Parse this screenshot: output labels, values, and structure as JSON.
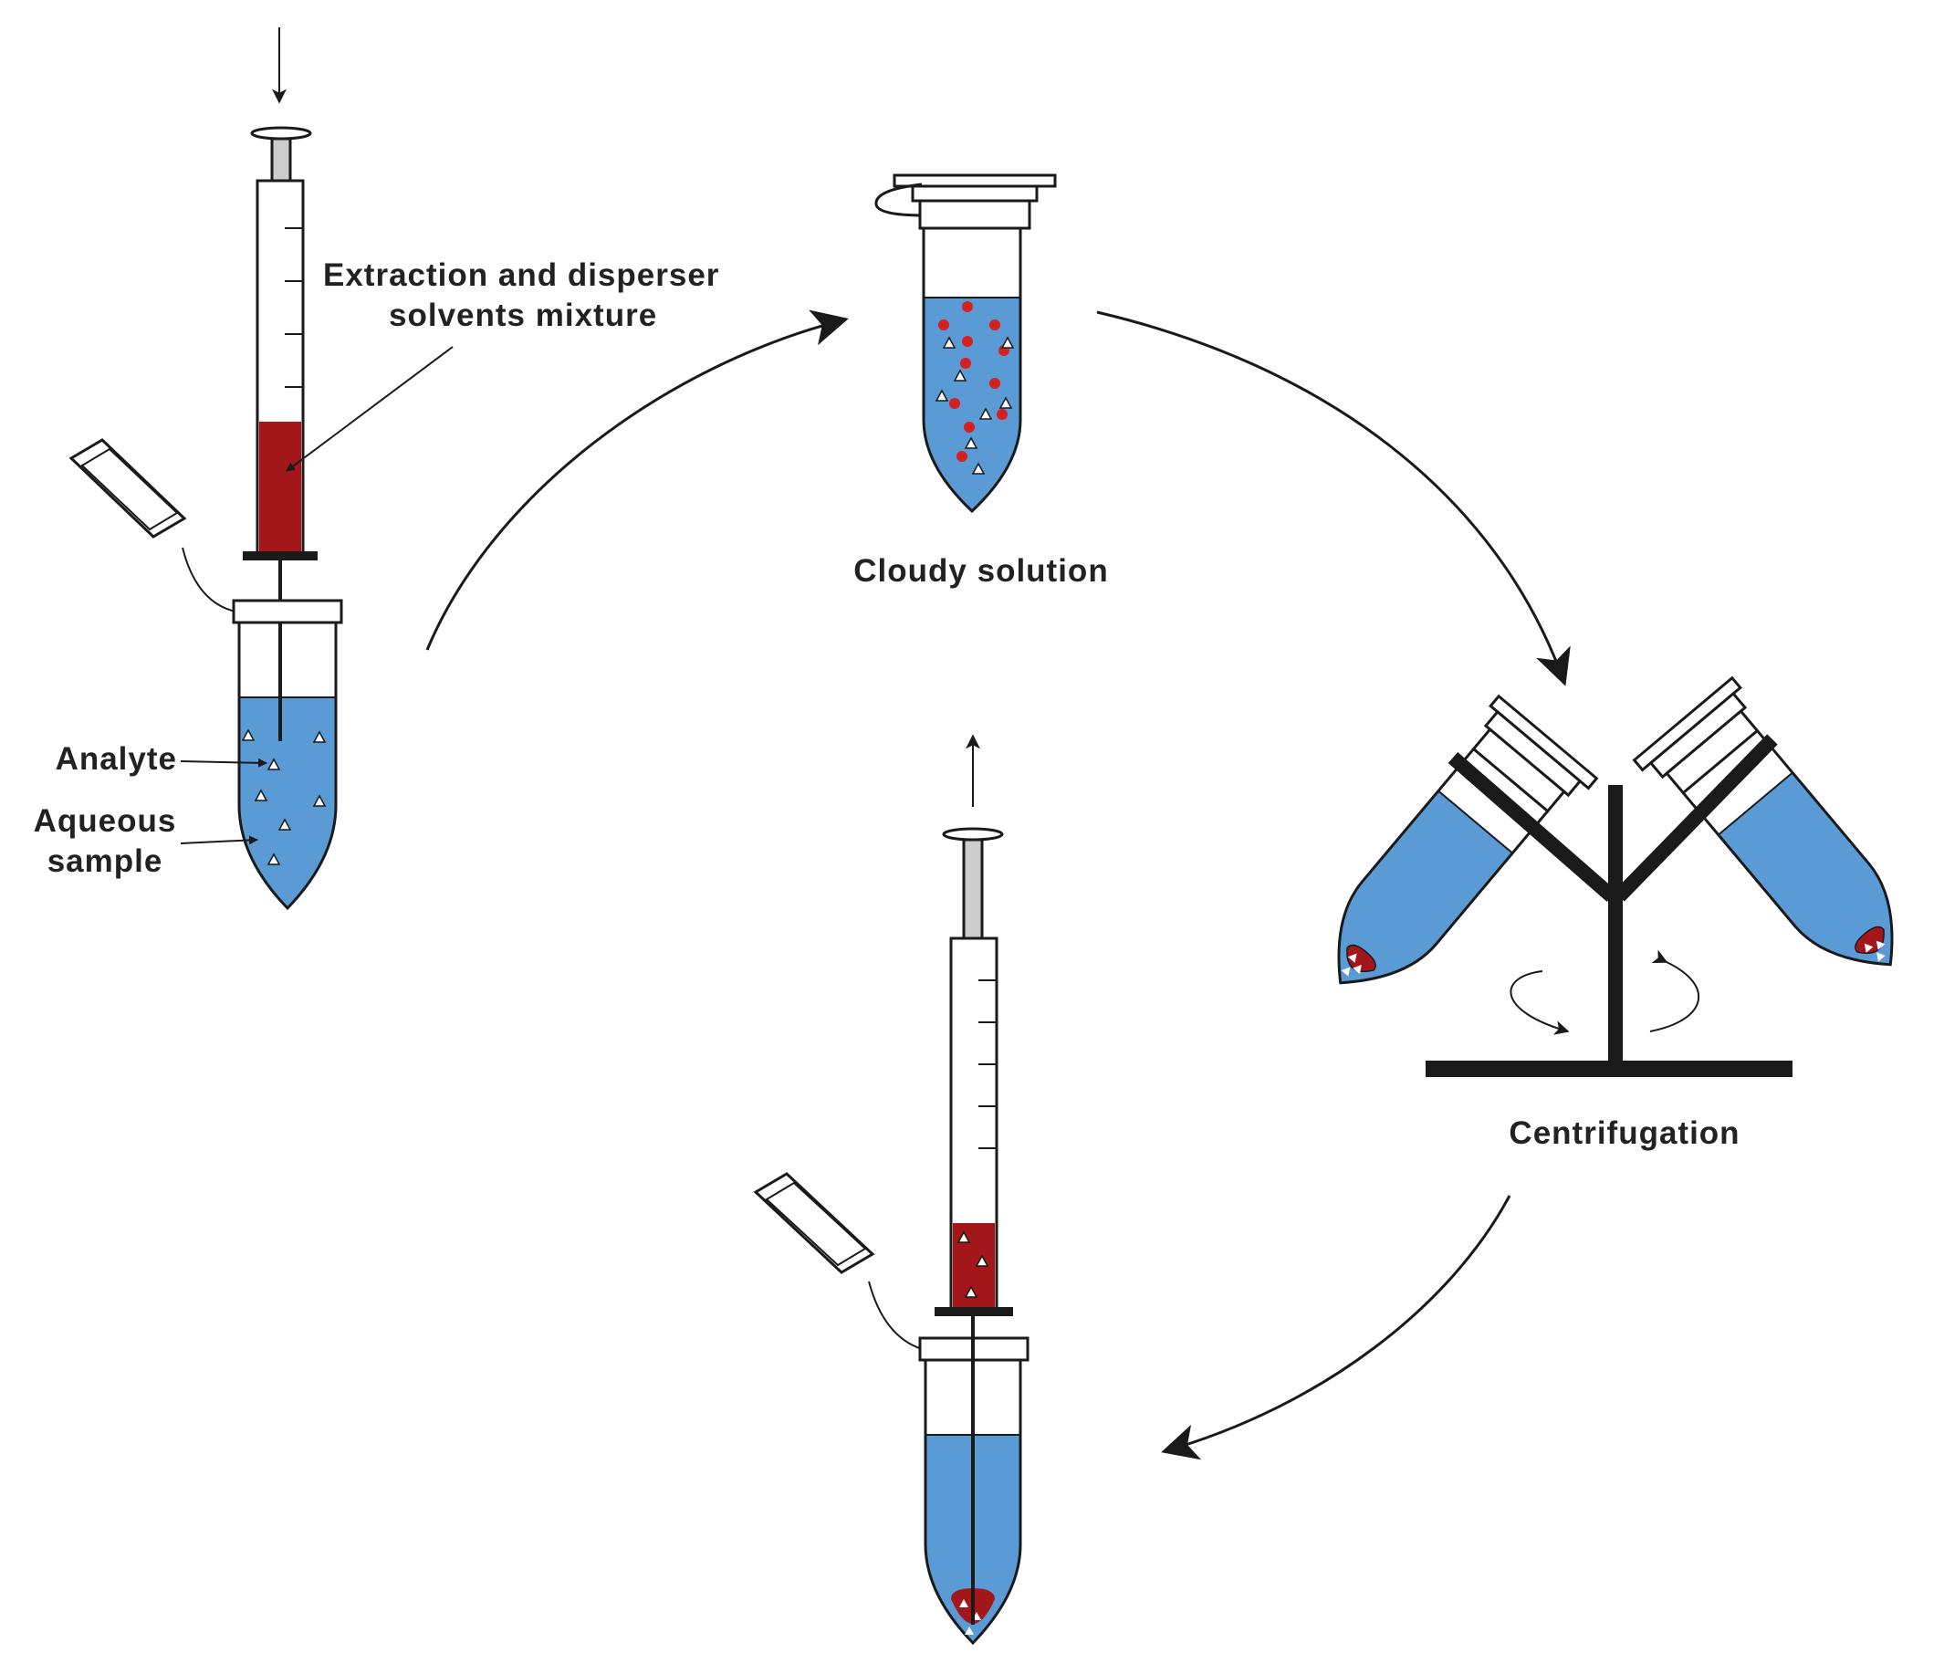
{
  "labels": {
    "extraction_line1": "Extraction and disperser",
    "extraction_line2": "solvents mixture",
    "analyte": "Analyte",
    "aqueous_line1": "Aqueous",
    "aqueous_line2": "sample",
    "cloudy": "Cloudy solution",
    "centrifugation": "Centrifugation"
  },
  "colors": {
    "aqueous_blue": "#5b9bd5",
    "solvent_red": "#a3161a",
    "outline": "#1a1a1a"
  },
  "icons": [
    "syringe-icon",
    "microtube-icon",
    "centrifuge-icon",
    "rotation-arrow-icon"
  ]
}
